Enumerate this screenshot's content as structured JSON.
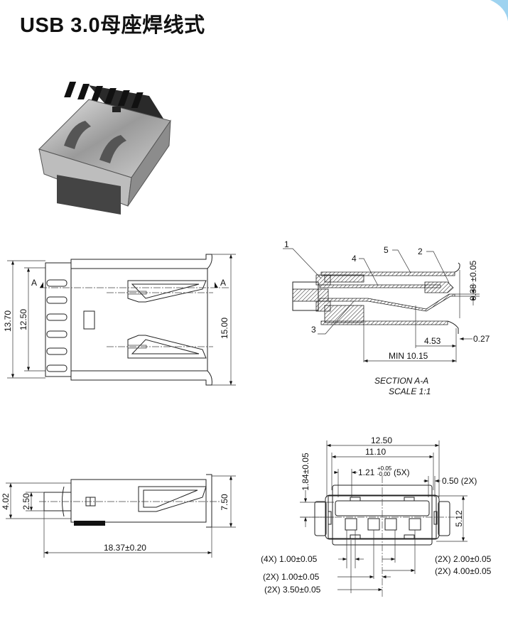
{
  "title": "USB 3.0母座焊线式",
  "top_view": {
    "dim_overall_height": "13.70",
    "dim_inner_height": "12.50",
    "dim_flange_height": "15.00",
    "section_marker_left": "A",
    "section_marker_right": "A"
  },
  "section_view": {
    "callouts": [
      "1",
      "2",
      "3",
      "4",
      "5"
    ],
    "dim_thickness": "0.38 ±0.05",
    "dim_offset": "0.27",
    "dim_contact": "4.53",
    "dim_min_length": "MIN 10.15",
    "caption": "SECTION  A-A",
    "scale": "SCALE  1:1"
  },
  "side_view": {
    "dim_height": "4.02",
    "dim_inner": "2.50",
    "dim_flange": "7.50",
    "dim_length": "18.37±0.20"
  },
  "front_view": {
    "dim_width": "12.50",
    "dim_inner_width": "11.10",
    "dim_pin_width": "1.21",
    "dim_pin_tol_plus": "+0.05",
    "dim_pin_tol_minus": "-0.00",
    "dim_pin_count": "(5X)",
    "dim_tab": "0.50 (2X)",
    "dim_top": "1.84±0.05",
    "dim_height": "5.12",
    "dim_4x": "(4X) 1.00±0.05",
    "dim_2x_200": "(2X) 2.00±0.05",
    "dim_2x_400": "(2X) 4.00±0.05",
    "dim_2x_100": "(2X) 1.00±0.05",
    "dim_2x_350": "(2X) 3.50±0.05"
  },
  "colors": {
    "accent_arc": "#9ed3f0"
  }
}
